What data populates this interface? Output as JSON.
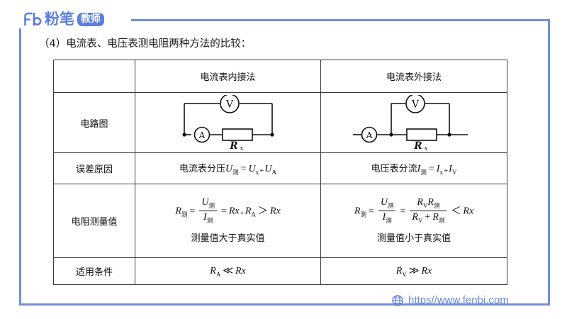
{
  "brand": {
    "mark": "fb-logo-icon",
    "word": "粉笔",
    "badge": "教师",
    "color": "#5b7fe0"
  },
  "heading": "（4）电流表、电压表测电阻两种方法的比较：",
  "frame_color": "#6f8fd8",
  "table": {
    "columns": [
      "",
      "电流表内接法",
      "电流表外接法"
    ],
    "rows": [
      {
        "label": "电路图",
        "inner": {
          "type": "circuit",
          "name": "ammeter-internal-circuit",
          "elements": [
            "V",
            "A",
            "R"
          ],
          "resistor_label": "R",
          "resistor_sub": "x"
        },
        "outer": {
          "type": "circuit",
          "name": "ammeter-external-circuit",
          "elements": [
            "V",
            "A",
            "R"
          ],
          "resistor_label": "R",
          "resistor_sub": "x"
        }
      },
      {
        "label": "误差原因",
        "inner": {
          "type": "formula",
          "prefix": "电流表分压",
          "lhs_base": "U",
          "lhs_sub": "测",
          "eq": "=",
          "t1_base": "U",
          "t1_sub": "x",
          "plus": "+",
          "t2_base": "U",
          "t2_sub": "A"
        },
        "outer": {
          "type": "formula",
          "prefix": "电压表分流",
          "lhs_base": "I",
          "lhs_sub": "测",
          "eq": "=",
          "t1_base": "I",
          "t1_sub": "x",
          "plus": "+",
          "t2_base": "I",
          "t2_sub": "V"
        }
      },
      {
        "label": "电阻测量值",
        "inner": {
          "type": "fraction-formula",
          "r_base": "R",
          "r_sub": "测",
          "eq1": "=",
          "num_base": "U",
          "num_sub": "测",
          "den_base": "I",
          "den_sub": "测",
          "eq2": "=",
          "term1": "Rx",
          "plus": "+",
          "term2_base": "R",
          "term2_sub": "A",
          "rel": "＞",
          "compare": "Rx",
          "note": "测量值大于真实值"
        },
        "outer": {
          "type": "fraction-formula-2",
          "r_base": "R",
          "r_sub": "测",
          "eq1": "=",
          "num_base": "U",
          "num_sub": "测",
          "den_base": "I",
          "den_sub": "测",
          "eq2": "=",
          "f2_num_a": "R",
          "f2_num_a_sub": "V",
          "f2_num_b": "R",
          "f2_num_b_sub": "测",
          "f2_den_a": "R",
          "f2_den_a_sub": "V",
          "f2_den_plus": "+",
          "f2_den_b": "R",
          "f2_den_b_sub": "测",
          "rel": "＜",
          "compare": "Rx",
          "note": "测量值小于真实值"
        }
      },
      {
        "label": "适用条件",
        "inner": {
          "type": "condition",
          "base": "R",
          "sub": "A",
          "rel": "≪",
          "compare": "Rx"
        },
        "outer": {
          "type": "condition",
          "base": "R",
          "sub": "V",
          "rel": "≫",
          "compare": "Rx"
        }
      }
    ]
  },
  "footer": {
    "icon": "globe-icon",
    "url": "https//www.fenbi.com",
    "color": "#6a87d6"
  }
}
